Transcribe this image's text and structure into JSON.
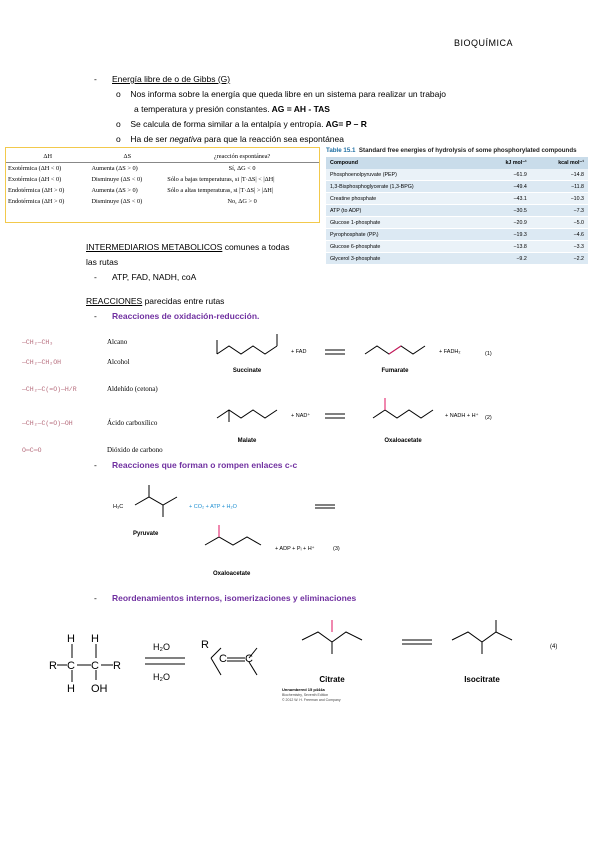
{
  "header": {
    "title": "BIOQUÍMICA"
  },
  "gibbs_section": {
    "dash": "-",
    "heading": "Energía libre de o de Gibbs (G)",
    "bullets": [
      {
        "text": "Nos informa sobre la energía que queda libre en un sistema para realizar un trabajo"
      },
      {
        "text": "a temperatura y presión constantes.",
        "bold": " AG = AH - TAS"
      },
      {
        "text": "Se calcula de forma similar a la entalpía y entropía.",
        "bold": " AG= P – R"
      },
      {
        "pre": "Ha de ser ",
        "italic": "negativa",
        "text": " para que la reacción sea espontánea"
      }
    ],
    "bullet_glyph": "o"
  },
  "gibbs_table": {
    "headers": [
      "ΔH",
      "ΔS",
      "¿reacción espontánea?"
    ],
    "rows": [
      [
        "Exotérmica (ΔH < 0)",
        "Aumenta (ΔS > 0)",
        "Sí, ΔG < 0"
      ],
      [
        "Exotérmica (ΔH < 0)",
        "Disminuye (ΔS < 0)",
        "Sólo a bajas temperaturas, si |T·ΔS| < |ΔH|"
      ],
      [
        "Endotérmica (ΔH > 0)",
        "Aumenta (ΔS > 0)",
        "Sólo a altas temperaturas, si |T·ΔS| > |ΔH|"
      ],
      [
        "Endotérmica (ΔH > 0)",
        "Disminuye (ΔS < 0)",
        "No, ΔG > 0"
      ]
    ]
  },
  "table_15_1": {
    "label": "Table 15.1",
    "caption": "Standard free energies of hydrolysis of some phosphorylated compounds",
    "columns": [
      "Compound",
      "kJ mol⁻¹",
      "kcal mol⁻¹"
    ],
    "rows": [
      [
        "Phosphoenolpyruvate (PEP)",
        "−61.9",
        "−14.8"
      ],
      [
        "1,3-Bisphosphoglycerate (1,3-BPG)",
        "−49.4",
        "−11.8"
      ],
      [
        "Creatine phosphate",
        "−43.1",
        "−10.3"
      ],
      [
        "ATP (to ADP)",
        "−30.5",
        "−7.3"
      ],
      [
        "Glucose 1-phosphate",
        "−20.9",
        "−5.0"
      ],
      [
        "Pyrophosphate (PPᵢ)",
        "−19.3",
        "−4.6"
      ],
      [
        "Glucose 6-phosphate",
        "−13.8",
        "−3.3"
      ],
      [
        "Glycerol 3-phosphate",
        "−9.2",
        "−2.2"
      ]
    ]
  },
  "intermediarios": {
    "heading": "INTERMEDIARIOS METABOLICOS",
    "rest": " comunes a todas",
    "line2": "las rutas",
    "dash": "-",
    "item": "ATP, FAD, NADH, coA"
  },
  "reacciones": {
    "heading": "REACCIONES",
    "rest": " parecidas entre rutas",
    "sub1": "Reacciones de oxidación-reducción.",
    "sub2": "Reacciones que forman o rompen enlaces c-c",
    "sub3": "Reordenamientos internos, isomerizaciones y eliminaciones",
    "dash": "-"
  },
  "functional_groups": [
    {
      "formula": "—CH₂—CH₃",
      "name": "Alcano"
    },
    {
      "formula": "—CH₂—CH₂OH",
      "name": "Alcohol"
    },
    {
      "formula": "—CH₂—C(=O)—H/R",
      "name": "Aldehído (cetona)"
    },
    {
      "formula": "—CH₂—C(=O)—OH",
      "name": "Ácido carboxílico"
    },
    {
      "formula": "O═C═O",
      "name": "Dióxido de carbono"
    }
  ],
  "redox": {
    "succinate": "Succinate",
    "fumarate": "Fumarate",
    "malate": "Malate",
    "oxaloacetate": "Oxaloacetate",
    "fad": "+ FAD",
    "fadh2": "+ FADH₂",
    "nad": "+ NAD⁺",
    "nadh": "+ NADH + H⁺",
    "n1": "(1)",
    "n2": "(2)"
  },
  "cc": {
    "pyruvate": "Pyruvate",
    "oxaloacetate": "Oxaloacetate",
    "reagents": "+ CO₂ + ATP + H₂O",
    "products": "+ ADP + Pᵢ + H⁺",
    "n3": "(3)",
    "h3c": "H₃C"
  },
  "isomer": {
    "citrate": "Citrate",
    "isocitrate": "Isocitrate",
    "n4": "(4)",
    "h2o_top": "H₂O",
    "h2o_bottom": "H₂O",
    "credit1": "Unnumbered 15 p444a",
    "credit2": "Biochemistry, Seventh Edition",
    "credit3": "© 2012 W. H. Freeman and Company"
  },
  "colors": {
    "purple": "#7030a0",
    "pink": "#e0115f",
    "blue": "#1f8fd1",
    "table_yellow": "#f2c94c"
  }
}
